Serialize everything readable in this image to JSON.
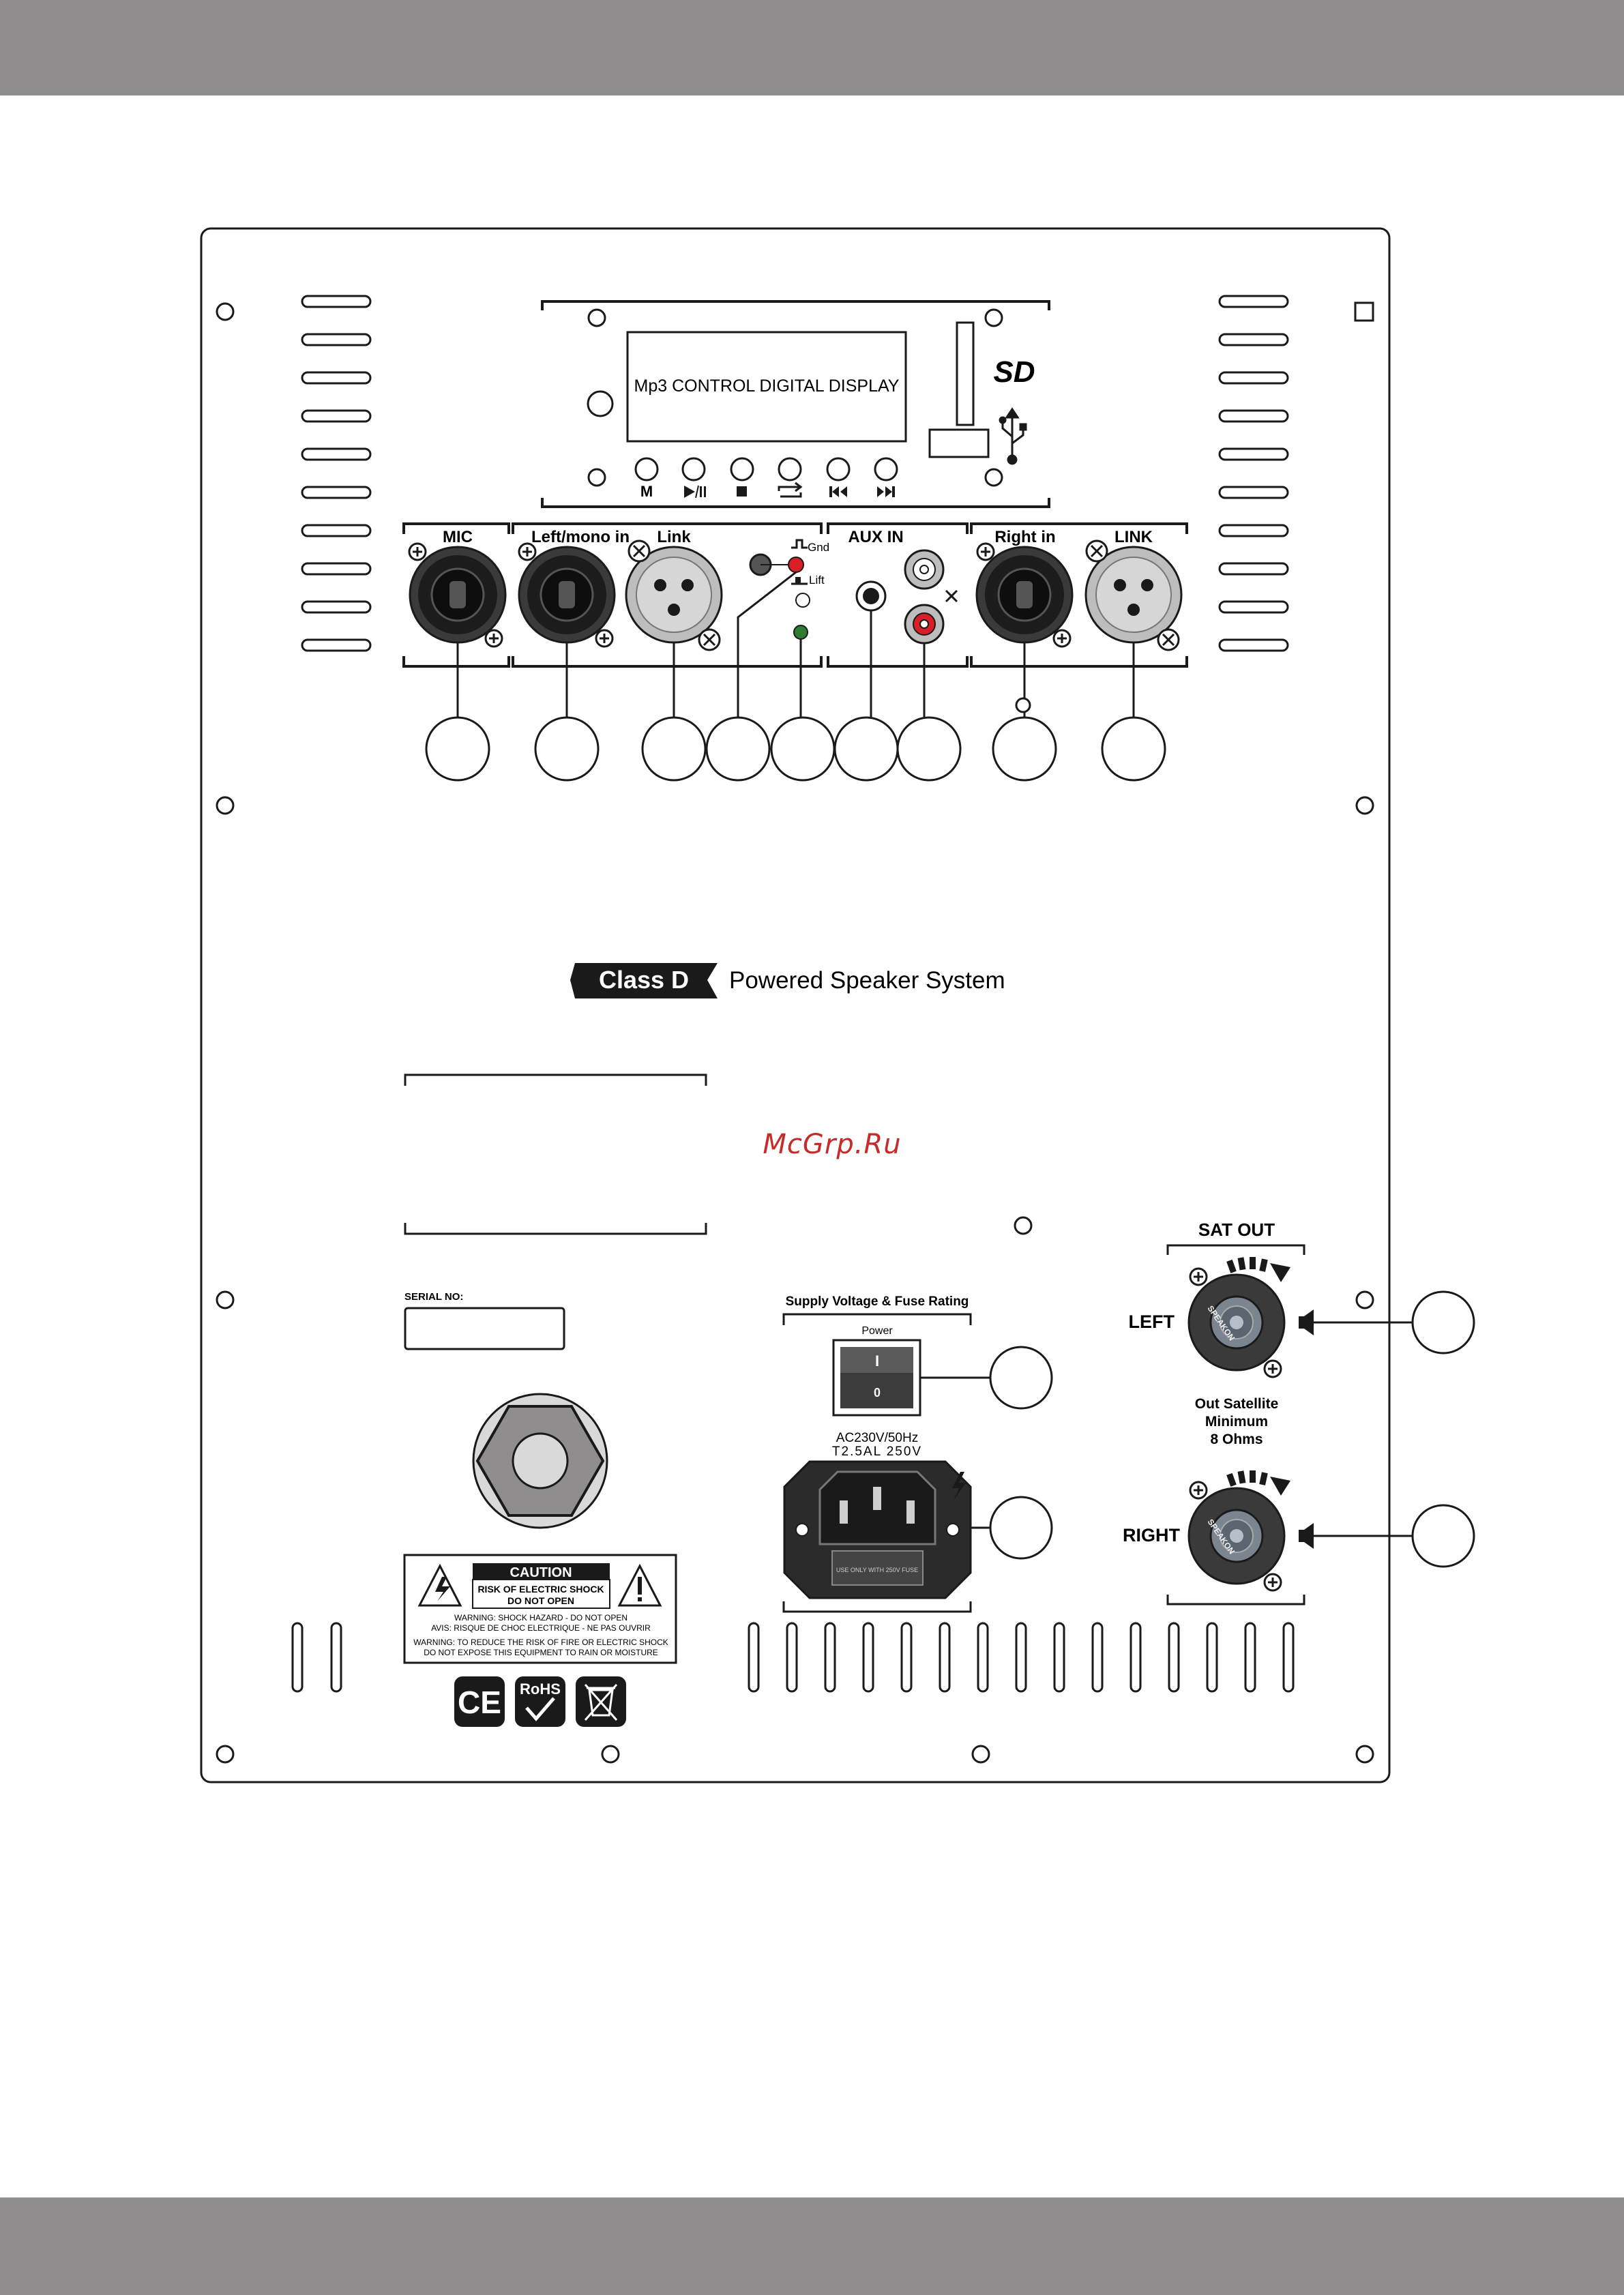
{
  "watermark": "McGrp.Ru",
  "colors": {
    "band": "#8f8d8e",
    "line": "#1a1a1a",
    "led_red": "#d81e27",
    "led_green": "#2e7d32",
    "watermark": "#c62a2a"
  },
  "display": {
    "text": "Mp3 CONTROL DIGITAL DISPLAY",
    "sd_logo": "SD",
    "usb_icon": "usb-icon",
    "buttons": [
      {
        "label": "M",
        "icon": "mode-icon"
      },
      {
        "label": "",
        "icon": "play-pause-icon"
      },
      {
        "label": "",
        "icon": "stop-icon"
      },
      {
        "label": "",
        "icon": "repeat-icon"
      },
      {
        "label": "",
        "icon": "previous-icon"
      },
      {
        "label": "",
        "icon": "next-icon"
      }
    ]
  },
  "inputs": {
    "mic": "MIC",
    "left_mono": "Left/mono in",
    "link_left": "Link",
    "gnd": "Gnd",
    "lift": "Lift",
    "aux": "AUX IN",
    "right_in": "Right in",
    "link_right": "LINK"
  },
  "brand": {
    "badge": "Class D",
    "tagline": "Powered Speaker System"
  },
  "serial": {
    "label": "SERIAL NO:",
    "value": ""
  },
  "power": {
    "section": "Supply Voltage & Fuse Rating",
    "switch_label": "Power",
    "on": "I",
    "off": "0",
    "rating_line1": "AC230V/50Hz",
    "rating_line2": "T2.5AL 250V",
    "fuse_text": "USE ONLY WITH 250V FUSE"
  },
  "caution": {
    "title": "CAUTION",
    "line1": "RISK OF ELECTRIC SHOCK",
    "line2": "DO NOT OPEN",
    "warn1": "WARNING: SHOCK HAZARD - DO NOT OPEN",
    "warn2": "AVIS: RISQUE DE CHOC ELECTRIQUE - NE PAS OUVRIR",
    "warn3": "WARNING: TO REDUCE THE RISK OF FIRE OR ELECTRIC SHOCK",
    "warn4": "DO NOT EXPOSE THIS EQUIPMENT TO RAIN OR MOISTURE"
  },
  "certs": {
    "ce": "CE",
    "rohs": "RoHS",
    "rohs_icon": "checkmark-icon",
    "weee_icon": "crossed-bin-icon"
  },
  "sat_out": {
    "title": "SAT OUT",
    "left": "LEFT",
    "right": "RIGHT",
    "speakon_text": "SPEAKON",
    "note1": "Out Satellite",
    "note2": "Minimum",
    "note3": "8 Ohms"
  }
}
